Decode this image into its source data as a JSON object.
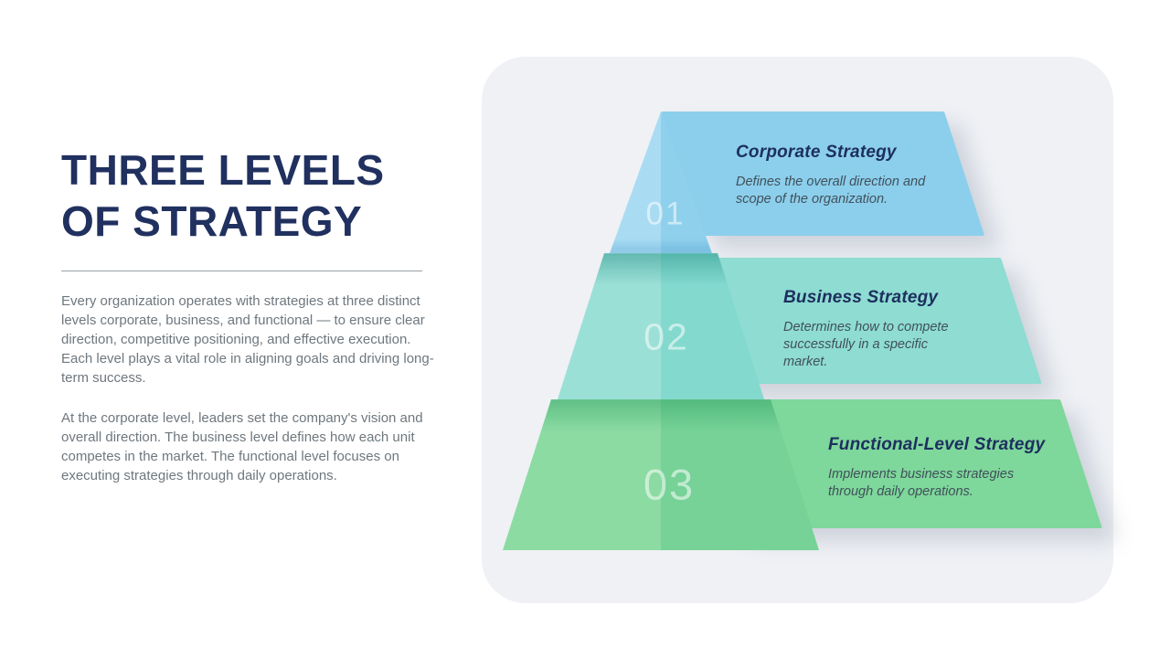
{
  "slide": {
    "title_line1": "THREE LEVELS",
    "title_line2": "OF STRATEGY",
    "paragraph1": "Every organization operates with strategies at three distinct levels corporate, business, and functional — to ensure clear direction, competitive positioning, and effective execution. Each level plays a vital role in aligning goals and driving long-term success.",
    "paragraph2": "At the corporate level, leaders set the company's vision and overall direction. The business level defines how each unit competes in the market. The functional level focuses on executing strategies through daily operations."
  },
  "diagram": {
    "levels": [
      {
        "number": "01",
        "title": "Corporate Strategy",
        "description": "Defines the overall direction and scope of the organization."
      },
      {
        "number": "02",
        "title": "Business Strategy",
        "description": "Determines how to compete successfully in a specific market."
      },
      {
        "number": "03",
        "title": "Functional-Level Strategy",
        "description": "Implements business strategies through daily operations."
      }
    ]
  },
  "colors": {
    "navy": "#20305f",
    "body_text": "#6e777e",
    "divider": "#9aa0a6",
    "panel_bg": "#eff1f5",
    "card_blue": "#8ccfec",
    "card_teal": "#8edcd2",
    "card_green": "#7ed79b",
    "pyr1_light": "#a9dcf3",
    "pyr1_dark": "#8fd0ec",
    "pyr2_light": "#9be0d7",
    "pyr2_dark": "#83d9ce",
    "pyr3_light": "#8bdba3",
    "pyr3_dark": "#76d297",
    "number_color": "rgba(255,255,255,0.55)",
    "card_title_color": "#1d2f5e",
    "card_desc_color": "#41505a"
  }
}
